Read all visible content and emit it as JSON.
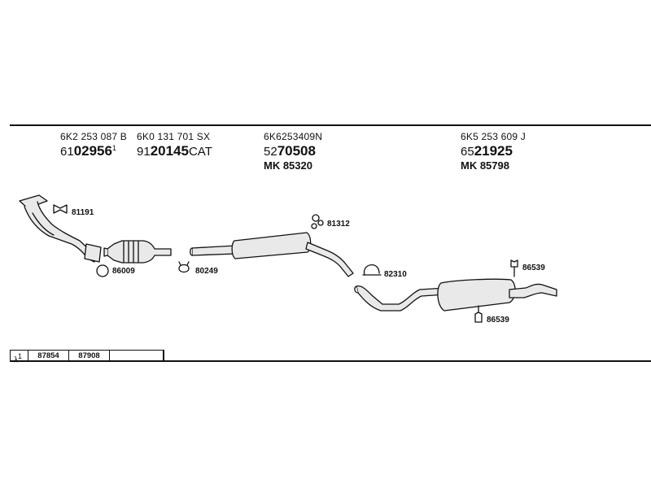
{
  "parts": {
    "p1": {
      "oe": "6K2 253 087 B",
      "num_prefix": "61",
      "num_bold": "02956",
      "num_suffix": "1"
    },
    "p2": {
      "oe": "6K0 131 701 SX",
      "num_prefix": "91",
      "num_bold": "20145",
      "num_suffix": "CAT"
    },
    "p3": {
      "oe": "6K6253409N",
      "num_prefix": "52",
      "num_bold": "70508",
      "mk": "MK  85320"
    },
    "p4": {
      "oe": "6K5 253 609 J",
      "num_prefix": "65",
      "num_bold": "21925",
      "mk": "MK  85798"
    }
  },
  "callouts": {
    "c81191": "81191",
    "c86009": "86009",
    "c80249": "80249",
    "c81312": "81312",
    "c82310": "82310",
    "c86539a": "86539",
    "c86539b": "86539"
  },
  "lambda_table": {
    "symbol": "λ",
    "symbol_sup": "1",
    "values": [
      "87854",
      "87908"
    ]
  },
  "colors": {
    "line": "#111111",
    "pipe_fill": "#e9e9e9"
  }
}
